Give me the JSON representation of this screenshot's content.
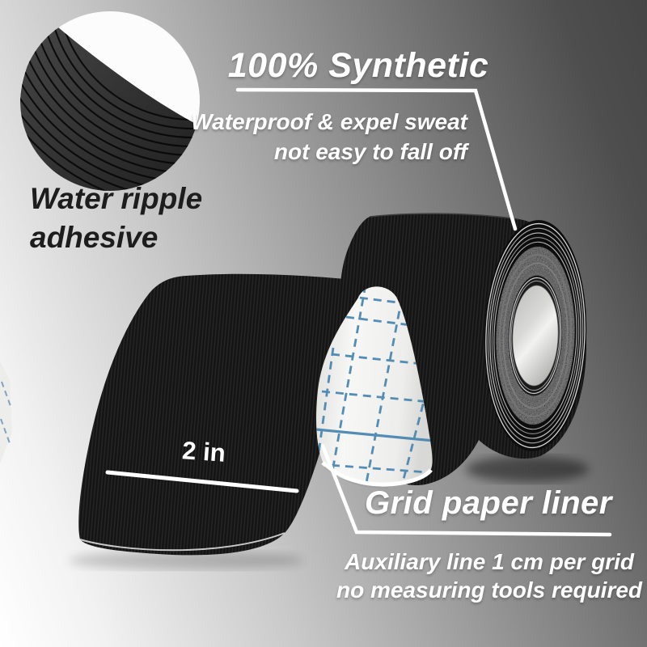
{
  "product_annotations": {
    "adhesive_label": {
      "line1": "Water ripple",
      "line2": "adhesive"
    },
    "synthetic": {
      "title": "100% Synthetic",
      "line1": "Waterproof & expel sweat",
      "line2": "not easy to fall off"
    },
    "tape_width_label": "2 in",
    "liner": {
      "title": "Grid paper liner",
      "line1": "Auxiliary line 1 cm per grid",
      "line2": "no measuring tools required"
    }
  },
  "colors": {
    "background_light": "#ffffff",
    "background_dark": "#454545",
    "tape_black": "#141414",
    "liner_white": "#f2f2f0",
    "grid_blue": "#4b87b0",
    "annotation_white": "#ffffff",
    "annotation_dark": "#1d1d1d"
  }
}
